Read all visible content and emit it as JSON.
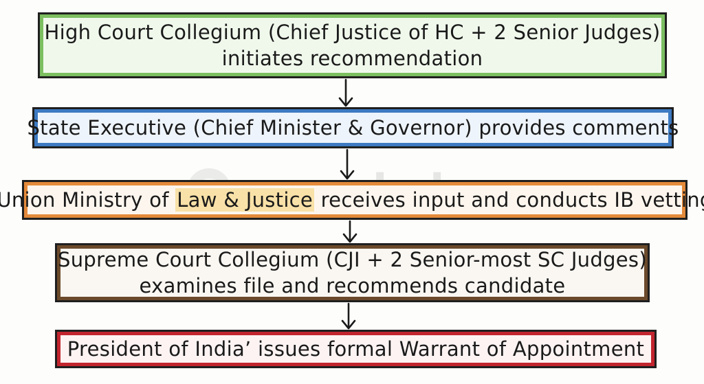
{
  "steps": [
    {
      "lines": [
        "High Court Collegium (Chief Justice of HC + 2 Senior Judges)",
        "initiates recommendation"
      ],
      "border_color": "#7cbf61"
    },
    {
      "lines": [
        "State Executive (Chief Minister & Governor) provides comments"
      ],
      "border_color": "#3d7ac2"
    },
    {
      "prefix": "Union Ministry of ",
      "highlight": "Law & Justice",
      "suffix": " receives input and conducts IB vetting",
      "border_color": "#e48a3a"
    },
    {
      "lines": [
        "Supreme Court Collegium (CJI + 2 Senior-most SC Judges)",
        "examines file and recommends candidate"
      ],
      "border_color": "#6b4a2b"
    },
    {
      "lines": [
        "President of India’ issues formal Warrant of Appointment"
      ],
      "border_color": "#c2252e"
    }
  ],
  "watermark": {
    "text": "superkalam",
    "icon": "superkalam-logo-icon"
  }
}
